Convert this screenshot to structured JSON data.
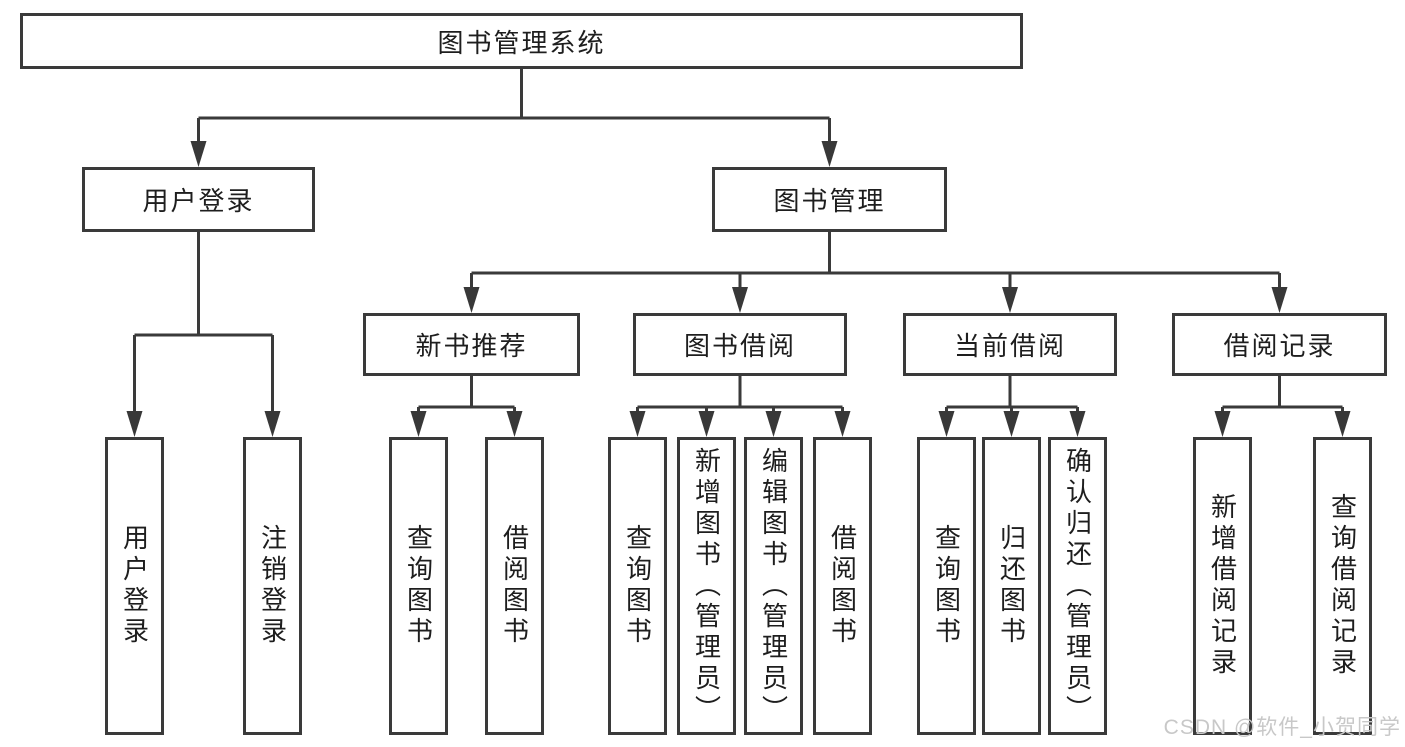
{
  "colors": {
    "line": "#3a3a3a",
    "box_border": "#3a3a3a",
    "text": "#1e1e1e",
    "watermark": "#c8c8c8"
  },
  "watermark": "CSDN @软件_小贺同学",
  "tree": {
    "root": {
      "label": "图书管理系统",
      "children": [
        {
          "label": "用户登录",
          "children": [
            {
              "label": "用户登录"
            },
            {
              "label": "注销登录"
            }
          ]
        },
        {
          "label": "图书管理",
          "children": [
            {
              "label": "新书推荐",
              "children": [
                {
                  "label": "查询图书"
                },
                {
                  "label": "借阅图书"
                }
              ]
            },
            {
              "label": "图书借阅",
              "children": [
                {
                  "label": "查询图书"
                },
                {
                  "label": "新增图书（管理员）"
                },
                {
                  "label": "编辑图书（管理员）"
                },
                {
                  "label": "借阅图书"
                }
              ]
            },
            {
              "label": "当前借阅",
              "children": [
                {
                  "label": "查询图书"
                },
                {
                  "label": "归还图书"
                },
                {
                  "label": "确认归还（管理员）"
                }
              ]
            },
            {
              "label": "借阅记录",
              "children": [
                {
                  "label": "新增借阅记录"
                },
                {
                  "label": "查询借阅记录"
                }
              ]
            }
          ]
        }
      ]
    }
  }
}
